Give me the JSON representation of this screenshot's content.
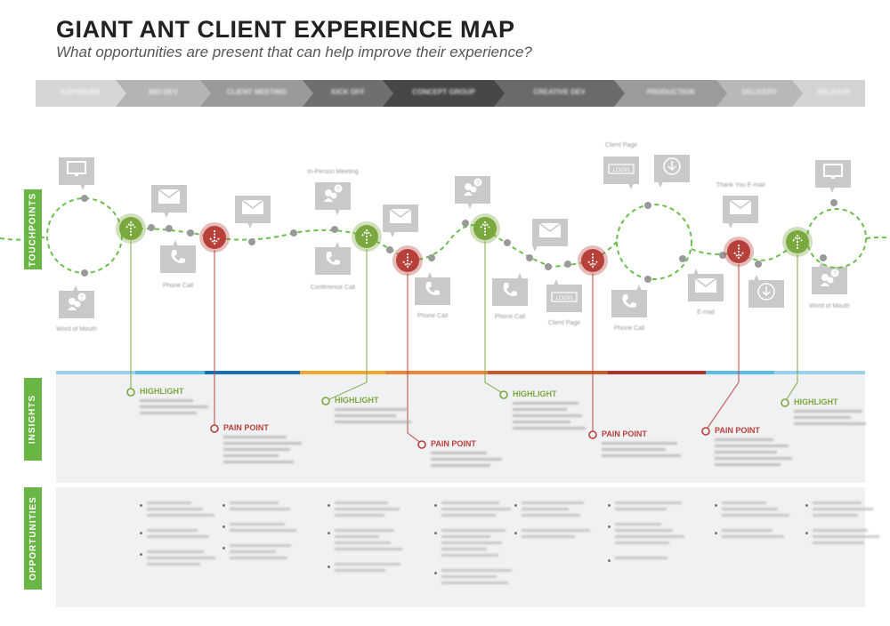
{
  "header": {
    "title": "GIANT ANT CLIENT EXPERIENCE MAP",
    "subtitle": "What opportunities are present that can help improve their experience?"
  },
  "stages": [
    {
      "label": "EXPOSURE",
      "color": "#d6d6d6"
    },
    {
      "label": "BID DEV",
      "color": "#b4b4b4"
    },
    {
      "label": "CLIENT MEETING",
      "color": "#9a9a9a"
    },
    {
      "label": "KICK OFF",
      "color": "#6f6f6f"
    },
    {
      "label": "CONCEPT GROUP",
      "color": "#474747"
    },
    {
      "label": "CREATIVE DEV",
      "color": "#6a6a6a"
    },
    {
      "label": "PRODUCTION",
      "color": "#9b9b9b"
    },
    {
      "label": "DELIVERY",
      "color": "#b8b8b8"
    },
    {
      "label": "RELEASE",
      "color": "#d3d3d3"
    }
  ],
  "sections": {
    "touchpoints": "TOUCHPOINTS",
    "insights": "INSIGHTS",
    "opportunities": "OPPORTUNITIES"
  },
  "colors": {
    "accent": "#6ab644",
    "highlight": "#7ba73f",
    "pain": "#b8403a",
    "path": "#6abf4b",
    "icon": "#c9c9c9",
    "panel": "#f0f1f3"
  },
  "timeline_colors": [
    "#9dd0ea",
    "#5bbde0",
    "#1a6fb3",
    "#f4a834",
    "#ef8338",
    "#c9572a",
    "#b3302a",
    "#5bbde0",
    "#9dd0ea"
  ],
  "touchpoints": [
    {
      "icon": "monitor-icon",
      "label": ""
    },
    {
      "icon": "chat-icon",
      "label": "Word of Mouth"
    },
    {
      "icon": "mail-icon",
      "label": ""
    },
    {
      "icon": "phone-icon",
      "label": "Phone Call"
    },
    {
      "icon": "mail-icon",
      "label": ""
    },
    {
      "icon": "chat-icon",
      "label": "In-Person Meeting"
    },
    {
      "icon": "phone-icon",
      "label": "Conference Call"
    },
    {
      "icon": "mail-icon",
      "label": ""
    },
    {
      "icon": "phone-icon",
      "label": "Phone Call"
    },
    {
      "icon": "chat-icon",
      "label": ""
    },
    {
      "icon": "mail-icon",
      "label": ""
    },
    {
      "icon": "phone-icon",
      "label": "Phone Call"
    },
    {
      "icon": "login-icon",
      "label": "Client Page",
      "text": "LOGIN"
    },
    {
      "icon": "login-icon",
      "label": "Client Page",
      "text": "LOGIN"
    },
    {
      "icon": "download-icon",
      "label": ""
    },
    {
      "icon": "phone-icon",
      "label": "Phone Call"
    },
    {
      "icon": "mail-icon",
      "label": "E-mail"
    },
    {
      "icon": "mail-icon",
      "label": "Thank You E-mail"
    },
    {
      "icon": "download-icon",
      "label": ""
    },
    {
      "icon": "monitor-icon",
      "label": ""
    },
    {
      "icon": "chat-icon",
      "label": "Word of Mouth"
    }
  ],
  "moments": [
    {
      "type": "highlight",
      "label": "HIGHLIGHT",
      "lines": 3
    },
    {
      "type": "pain",
      "label": "PAIN POINT",
      "lines": 5
    },
    {
      "type": "highlight",
      "label": "HIGHLIGHT",
      "lines": 3
    },
    {
      "type": "pain",
      "label": "PAIN POINT",
      "lines": 3
    },
    {
      "type": "highlight",
      "label": "HIGHLIGHT",
      "lines": 5
    },
    {
      "type": "pain",
      "label": "PAIN POINT",
      "lines": 3
    },
    {
      "type": "pain",
      "label": "PAIN POINT",
      "lines": 5
    },
    {
      "type": "highlight",
      "label": "HIGHLIGHT",
      "lines": 3
    }
  ],
  "opportunities": [
    {
      "bullets": [
        3,
        2,
        3
      ]
    },
    {
      "bullets": [
        2,
        2,
        3
      ]
    },
    {
      "bullets": [
        3,
        4,
        2
      ]
    },
    {
      "bullets": [
        3,
        5,
        3
      ]
    },
    {
      "bullets": [
        3,
        2
      ]
    },
    {
      "bullets": [
        2,
        4,
        1
      ]
    },
    {
      "bullets": [
        3,
        2
      ]
    },
    {
      "bullets": [
        3,
        3
      ]
    }
  ]
}
